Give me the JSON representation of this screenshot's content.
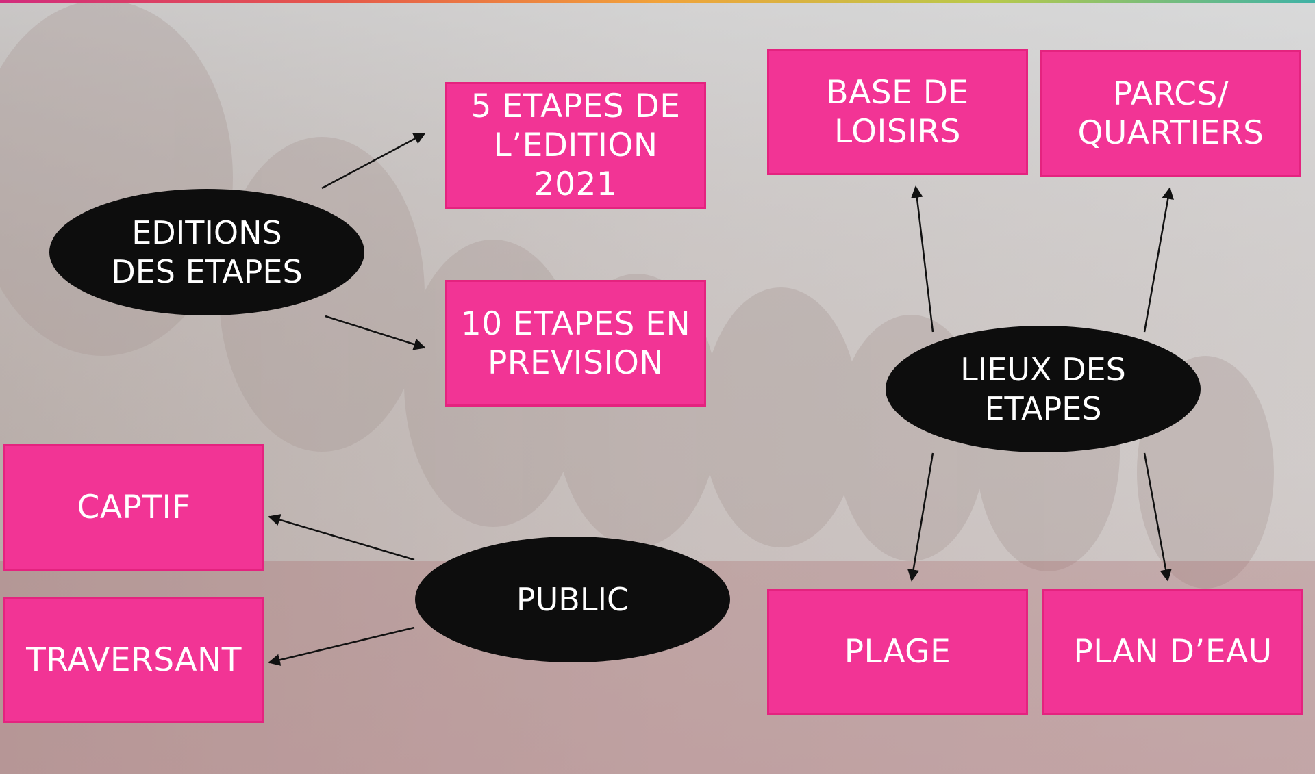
{
  "colors": {
    "box_fill": "#f23495",
    "box_border": "#e4237f",
    "ellipse_fill": "#0d0d0d",
    "text": "#ffffff",
    "arrow": "#111111"
  },
  "nodes": {
    "editions": "EDITIONS\nDES ETAPES",
    "etapes_2021": "5 ETAPES DE\nL’EDITION\n2021",
    "etapes_prevision": "10 ETAPES EN\nPREVISION",
    "public": "PUBLIC",
    "captif": "CAPTIF",
    "traversant": "TRAVERSANT",
    "lieux": "LIEUX DES\nETAPES",
    "base_loisirs": "BASE DE\nLOISIRS",
    "parcs": "PARCS/\nQUARTIERS",
    "plage": "PLAGE",
    "plan_eau": "PLAN D’EAU"
  },
  "edges": [
    {
      "from": "editions",
      "to": "etapes_2021"
    },
    {
      "from": "editions",
      "to": "etapes_prevision"
    },
    {
      "from": "public",
      "to": "captif"
    },
    {
      "from": "public",
      "to": "traversant"
    },
    {
      "from": "lieux",
      "to": "base_loisirs"
    },
    {
      "from": "lieux",
      "to": "parcs"
    },
    {
      "from": "lieux",
      "to": "plage"
    },
    {
      "from": "lieux",
      "to": "plan_eau"
    }
  ]
}
